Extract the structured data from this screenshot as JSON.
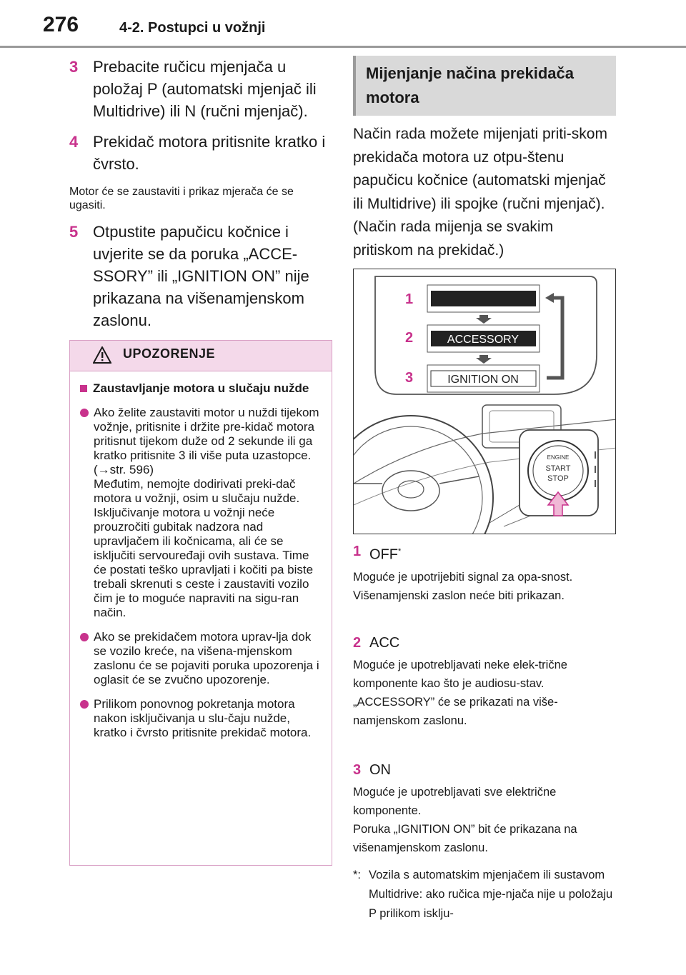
{
  "header": {
    "page_number": "276",
    "section": "4-2. Postupci u vožnji"
  },
  "left": {
    "step3": {
      "num": "3",
      "text": "Prebacite ručicu mjenjača u položaj P (automatski mjenjač ili Multidrive) ili N (ručni mjenjač)."
    },
    "step4": {
      "num": "4",
      "text": "Prekidač motora pritisnite kratko i čvrsto."
    },
    "note": "Motor će se zaustaviti i prikaz mjerača će se ugasiti.",
    "step5": {
      "num": "5",
      "text": "Otpustite papučicu kočnice i uvjerite se da poruka „ACCE-SSORY” ili „IGNITION ON” nije prikazana na višenamjenskom zaslonu."
    }
  },
  "warning": {
    "title": "UPOZORENJE",
    "subtitle": "Zaustavljanje motora u slučaju nužde",
    "items": [
      "Ako želite zaustaviti motor u nuždi tijekom vožnje, pritisnite i držite pre-kidač motora pritisnut tijekom duže od 2 sekunde ili ga kratko pritisnite 3 ili više puta uzastopce.\n(→str. 596)\nMeđutim, nemojte dodirivati preki-dač motora u vožnji, osim u slučaju nužde. Isključivanje motora u vožnji neće prouzročiti gubitak nadzora nad upravljačem ili kočnicama, ali će se isključiti servouređaji ovih sustava. Time će postati teško upravljati i kočiti pa biste trebali skrenuti s ceste i zaustaviti vozilo čim je to moguće napraviti na sigu-ran način.",
      "Ako se prekidačem motora uprav-lja dok se vozilo kreće, na višena-mjenskom zaslonu će se pojaviti poruka upozorenja i oglasit će se zvučno upozorenje.",
      "Prilikom ponovnog pokretanja motora nakon isključivanja u slu-čaju nužde, kratko i čvrsto pritisnite prekidač motora."
    ]
  },
  "right": {
    "subheading": "Mijenjanje načina prekidača motora",
    "intro": "Način rada možete mijenjati priti-skom prekidača motora uz otpu-štenu papučicu kočnice (automatski mjenjač ili Multidrive) ili spojke (ručni mjenjač). (Način rada mijenja se svakim pritiskom na prekidač.)",
    "figure": {
      "labels": [
        "1",
        "2",
        "3"
      ],
      "display_2": "ACCESSORY",
      "display_3": "IGNITION ON",
      "button_text": [
        "ENGINE",
        "START",
        "STOP"
      ]
    },
    "modes": [
      {
        "num": "1",
        "title": "OFF",
        "mark": "*",
        "body": "Moguće je upotrijebiti signal za opa-snost.\nVišenamjenski zaslon neće biti prikazan."
      },
      {
        "num": "2",
        "title": "ACC",
        "body": "Moguće je upotrebljavati neke elek-trične komponente kao što je audiosu-stav.\n„ACCESSORY” će se prikazati na više-namjenskom zaslonu."
      },
      {
        "num": "3",
        "title": "ON",
        "body": "Moguće je upotrebljavati sve električne komponente.\nPoruka „IGNITION ON” bit će prikazana na višenamjenskom zaslonu."
      }
    ],
    "footnote": {
      "mark": "*:",
      "text": "Vozila s automatskim mjenjačem ili sustavom Multidrive: ako ručica mje-njača nije u položaju P prilikom isklju-"
    }
  },
  "colors": {
    "accent": "#c8328c",
    "warning_header": "#f4d9ea",
    "subhead_bg": "#d9d9d9"
  }
}
